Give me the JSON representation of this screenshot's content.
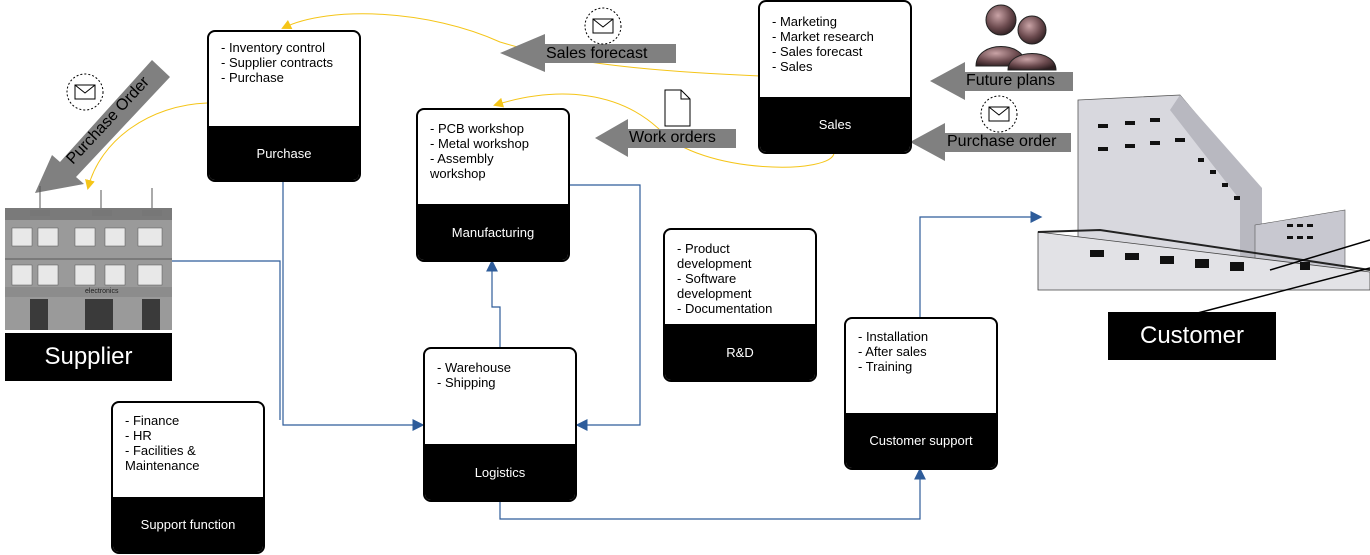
{
  "departments": {
    "purchase": {
      "items": [
        "- Inventory control",
        "- Supplier contracts",
        "- Purchase"
      ],
      "label": "Purchase"
    },
    "manufacturing": {
      "items": [
        "- PCB workshop",
        "- Metal workshop",
        "- Assembly\nworkshop"
      ],
      "label": "Manufacturing"
    },
    "sales": {
      "items": [
        "- Marketing",
        "- Market research",
        "- Sales forecast",
        "- Sales"
      ],
      "label": "Sales"
    },
    "rnd": {
      "items": [
        "- Product\ndevelopment",
        "- Software\ndevelopment",
        "- Documentation"
      ],
      "label": "R&D"
    },
    "logistics": {
      "items": [
        "- Warehouse",
        "- Shipping"
      ],
      "label": "Logistics"
    },
    "customer_support": {
      "items": [
        "- Installation",
        "- After sales",
        "- Training"
      ],
      "label": "Customer support"
    },
    "support_function": {
      "items": [
        "- Finance",
        "- HR",
        "- Facilities &\nMaintenance"
      ],
      "label": "Support function"
    }
  },
  "flows": {
    "sales_forecast": "Sales forecast",
    "work_orders": "Work orders",
    "future_plans": "Future plans",
    "purchase_order_in": "Purchase order",
    "purchase_order_out": "Purchase Order"
  },
  "entities": {
    "supplier": "Supplier",
    "customer": "Customer",
    "storefront_sign": "electronics"
  },
  "colors": {
    "flow_arrow": "#808080",
    "connector": "#2e5c9a",
    "info_flow": "#f5c518"
  }
}
